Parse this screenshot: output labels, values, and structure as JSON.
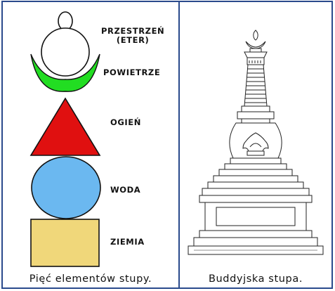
{
  "left_panel": {
    "labels": {
      "space": "PRZESTRZEŃ\n(ETER)",
      "air": "POWIETRZE",
      "fire": "OGIEŃ",
      "water": "WODA",
      "earth": "ZIEMIA"
    },
    "caption": "Pięć elementów stupy."
  },
  "right_panel": {
    "caption": "Buddyjska stupa."
  },
  "colors": {
    "frame": "#2a4a8c",
    "air_crescent": "#22dd22",
    "fire_triangle": "#e01010",
    "water_circle": "#6bb8f0",
    "earth_square": "#f0d77a",
    "outline": "#111111"
  }
}
